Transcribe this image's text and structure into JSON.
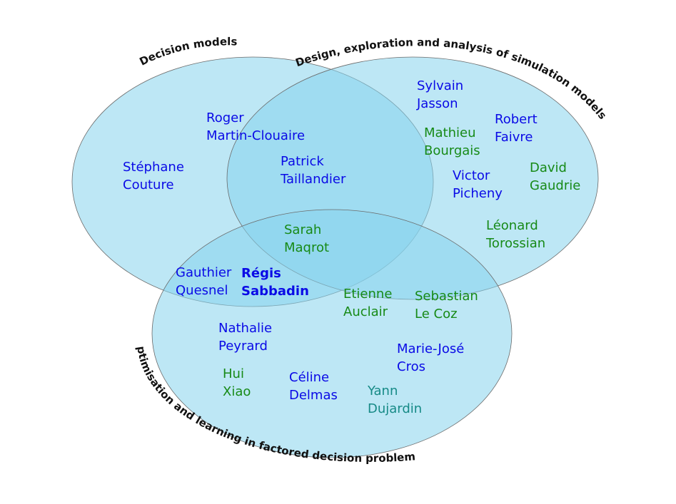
{
  "sets": {
    "decision_models": "Decision models",
    "simulation_models": "Design, exploration and analysis of simulation models",
    "optimisation": "Optimisation and learning in factored decision problems"
  },
  "colors": {
    "fill": "#87d3ec",
    "stroke": "#6a6a6a",
    "blue": "#0a0ae6",
    "green": "#178a17",
    "teal": "#168a86"
  },
  "people": [
    {
      "key": "stephane",
      "first": "Stéphane",
      "last": "Couture",
      "color": "blue"
    },
    {
      "key": "roger",
      "first": "Roger",
      "last": "Martin-Clouaire",
      "color": "blue"
    },
    {
      "key": "patrick",
      "first": "Patrick",
      "last": "Taillandier",
      "color": "blue"
    },
    {
      "key": "sylvain",
      "first": "Sylvain",
      "last": "Jasson",
      "color": "blue"
    },
    {
      "key": "robert",
      "first": "Robert",
      "last": "Faivre",
      "color": "blue"
    },
    {
      "key": "mathieu",
      "first": "Mathieu",
      "last": "Bourgais",
      "color": "green"
    },
    {
      "key": "victor",
      "first": "Victor",
      "last": "Picheny",
      "color": "blue"
    },
    {
      "key": "david",
      "first": "David",
      "last": "Gaudrie",
      "color": "green"
    },
    {
      "key": "leonard",
      "first": "Léonard",
      "last": "Torossian",
      "color": "green"
    },
    {
      "key": "sarah",
      "first": "Sarah",
      "last": "Maqrot",
      "color": "green"
    },
    {
      "key": "gauthier",
      "first": "Gauthier",
      "last": "Quesnel",
      "color": "blue"
    },
    {
      "key": "regis",
      "first": "Régis",
      "last": "Sabbadin",
      "color": "blue",
      "bold": true
    },
    {
      "key": "etienne",
      "first": "Etienne",
      "last": "Auclair",
      "color": "green"
    },
    {
      "key": "sebastian",
      "first": "Sebastian",
      "last": "Le Coz",
      "color": "green"
    },
    {
      "key": "nathalie",
      "first": "Nathalie",
      "last": "Peyrard",
      "color": "blue"
    },
    {
      "key": "mariejose",
      "first": "Marie-José",
      "last": "Cros",
      "color": "blue"
    },
    {
      "key": "hui",
      "first": "Hui",
      "last": "Xiao",
      "color": "green"
    },
    {
      "key": "celine",
      "first": "Céline",
      "last": "Delmas",
      "color": "blue"
    },
    {
      "key": "yann",
      "first": "Yann",
      "last": "Dujardin",
      "color": "teal"
    }
  ]
}
